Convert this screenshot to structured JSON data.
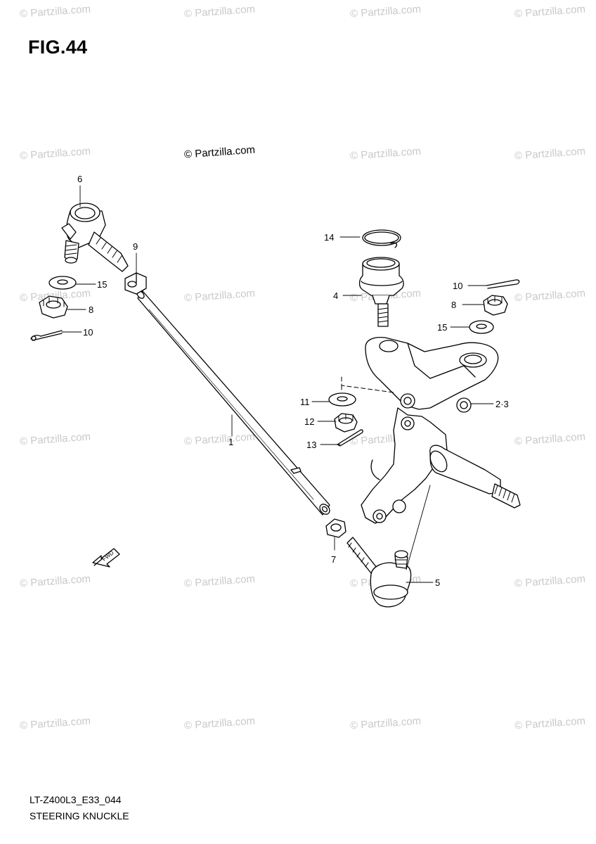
{
  "page": {
    "figure_title": "FIG.44",
    "model_code": "LT-Z400L3_E33_044",
    "section_name": "STEERING KNUCKLE",
    "watermark_text": "© Partzilla.com",
    "center_credit": "© Partzilla.com",
    "fwd_label": "FWD"
  },
  "callouts": [
    "1",
    "2·3",
    "4",
    "5",
    "6",
    "7",
    "8",
    "8",
    "9",
    "10",
    "10",
    "11",
    "12",
    "13",
    "14",
    "15",
    "15"
  ]
}
